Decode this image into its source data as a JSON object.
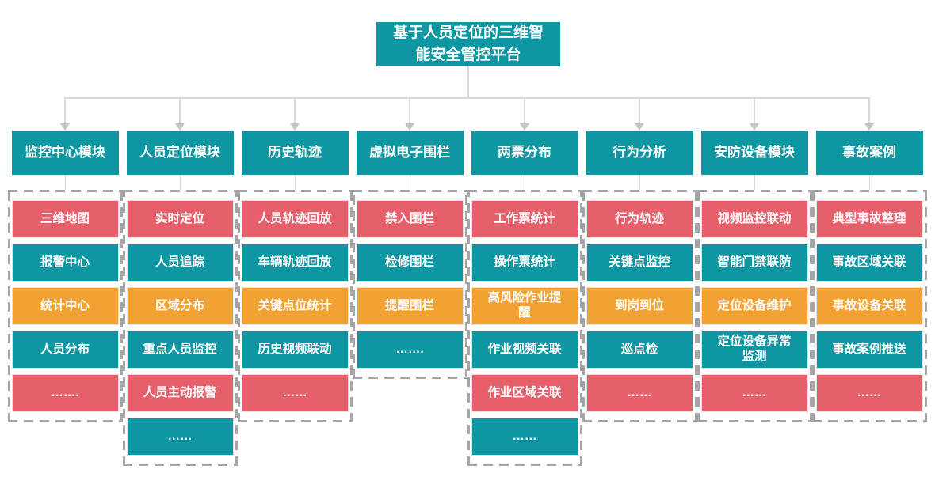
{
  "title": "基于人员定位的三维智能安全管控平台",
  "colors": {
    "teal": "#0e96a2",
    "red": "#e5606b",
    "orange": "#f2a133",
    "connector": "#d9d9d9",
    "arrow": "#c4c4c4",
    "dashed_border": "#a5a5a5",
    "text": "#ffffff"
  },
  "columns": [
    {
      "header": "监控中心模块",
      "items": [
        {
          "label": "三维地图",
          "color": "red"
        },
        {
          "label": "报警中心",
          "color": "teal"
        },
        {
          "label": "统计中心",
          "color": "orange"
        },
        {
          "label": "人员分布",
          "color": "teal"
        },
        {
          "label": "…….",
          "color": "red"
        }
      ]
    },
    {
      "header": "人员定位模块",
      "items": [
        {
          "label": "实时定位",
          "color": "red"
        },
        {
          "label": "人员追踪",
          "color": "teal"
        },
        {
          "label": "区域分布",
          "color": "orange"
        },
        {
          "label": "重点人员监控",
          "color": "teal"
        },
        {
          "label": "人员主动报警",
          "color": "red"
        },
        {
          "label": "……",
          "color": "teal"
        }
      ]
    },
    {
      "header": "历史轨迹",
      "items": [
        {
          "label": "人员轨迹回放",
          "color": "red"
        },
        {
          "label": "车辆轨迹回放",
          "color": "teal"
        },
        {
          "label": "关键点位统计",
          "color": "orange"
        },
        {
          "label": "历史视频联动",
          "color": "teal"
        },
        {
          "label": "……",
          "color": "red"
        }
      ]
    },
    {
      "header": "虚拟电子围栏",
      "items": [
        {
          "label": "禁入围栏",
          "color": "red"
        },
        {
          "label": "检修围栏",
          "color": "teal"
        },
        {
          "label": "提醒围栏",
          "color": "orange"
        },
        {
          "label": "…….",
          "color": "teal"
        }
      ]
    },
    {
      "header": "两票分布",
      "items": [
        {
          "label": "工作票统计",
          "color": "red"
        },
        {
          "label": "操作票统计",
          "color": "teal"
        },
        {
          "label": "高风险作业提醒",
          "color": "orange"
        },
        {
          "label": "作业视频关联",
          "color": "teal"
        },
        {
          "label": "作业区域关联",
          "color": "red"
        },
        {
          "label": "……",
          "color": "teal"
        }
      ]
    },
    {
      "header": "行为分析",
      "items": [
        {
          "label": "行为轨迹",
          "color": "red"
        },
        {
          "label": "关键点监控",
          "color": "teal"
        },
        {
          "label": "到岗到位",
          "color": "orange"
        },
        {
          "label": "巡点检",
          "color": "teal"
        },
        {
          "label": "……",
          "color": "red"
        }
      ]
    },
    {
      "header": "安防设备模块",
      "items": [
        {
          "label": "视频监控联动",
          "color": "red"
        },
        {
          "label": "智能门禁联防",
          "color": "teal"
        },
        {
          "label": "定位设备维护",
          "color": "orange"
        },
        {
          "label": "定位设备异常监测",
          "color": "teal"
        },
        {
          "label": "……",
          "color": "red"
        }
      ]
    },
    {
      "header": "事故案例",
      "items": [
        {
          "label": "典型事故整理",
          "color": "red"
        },
        {
          "label": "事故区域关联",
          "color": "teal"
        },
        {
          "label": "事故设备关联",
          "color": "orange"
        },
        {
          "label": "事故案例推送",
          "color": "teal"
        },
        {
          "label": "……",
          "color": "red"
        }
      ]
    }
  ]
}
